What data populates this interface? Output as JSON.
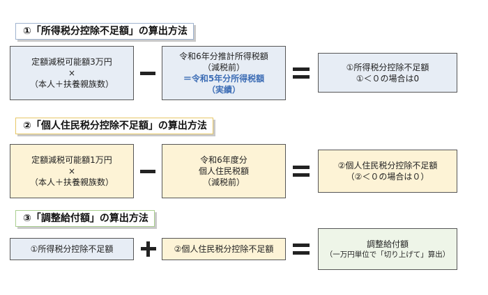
{
  "section1": {
    "heading": "①「所得税分控除不足額」の算出方法",
    "box1": [
      "定額減税可能額3万円",
      "×",
      "（本人＋扶養親族数）"
    ],
    "box2": [
      "令和6年分推計所得税額",
      "（減税前）"
    ],
    "box2_highlight": [
      "＝令和5年分所得税額",
      "（実績）"
    ],
    "result": [
      "①所得税分控除不足額",
      "①＜０の場合は0"
    ]
  },
  "section2": {
    "heading": "②「個人住民税分控除不足額」の算出方法",
    "box1": [
      "定額減税可能額1万円",
      "×",
      "（本人＋扶養親族数）"
    ],
    "box2": [
      "令和6年度分",
      "個人住民税額",
      "（減税前）"
    ],
    "result": [
      "②個人住民税分控除不足額",
      "（②＜０の場合は０）"
    ]
  },
  "section3": {
    "heading": "③「調整給付額」の算出方法",
    "box1": "①所得税分控除不足額",
    "box2": "②個人住民税分控除不足額",
    "result": [
      "調整給付額",
      "（一万円単位で「切り上げて」算出）"
    ]
  },
  "colors": {
    "section1_fill": "#e7edf5",
    "section2_fill": "#fdf3d6",
    "section3_fill": "#eef5e8",
    "highlight_text": "#3d6db5"
  }
}
